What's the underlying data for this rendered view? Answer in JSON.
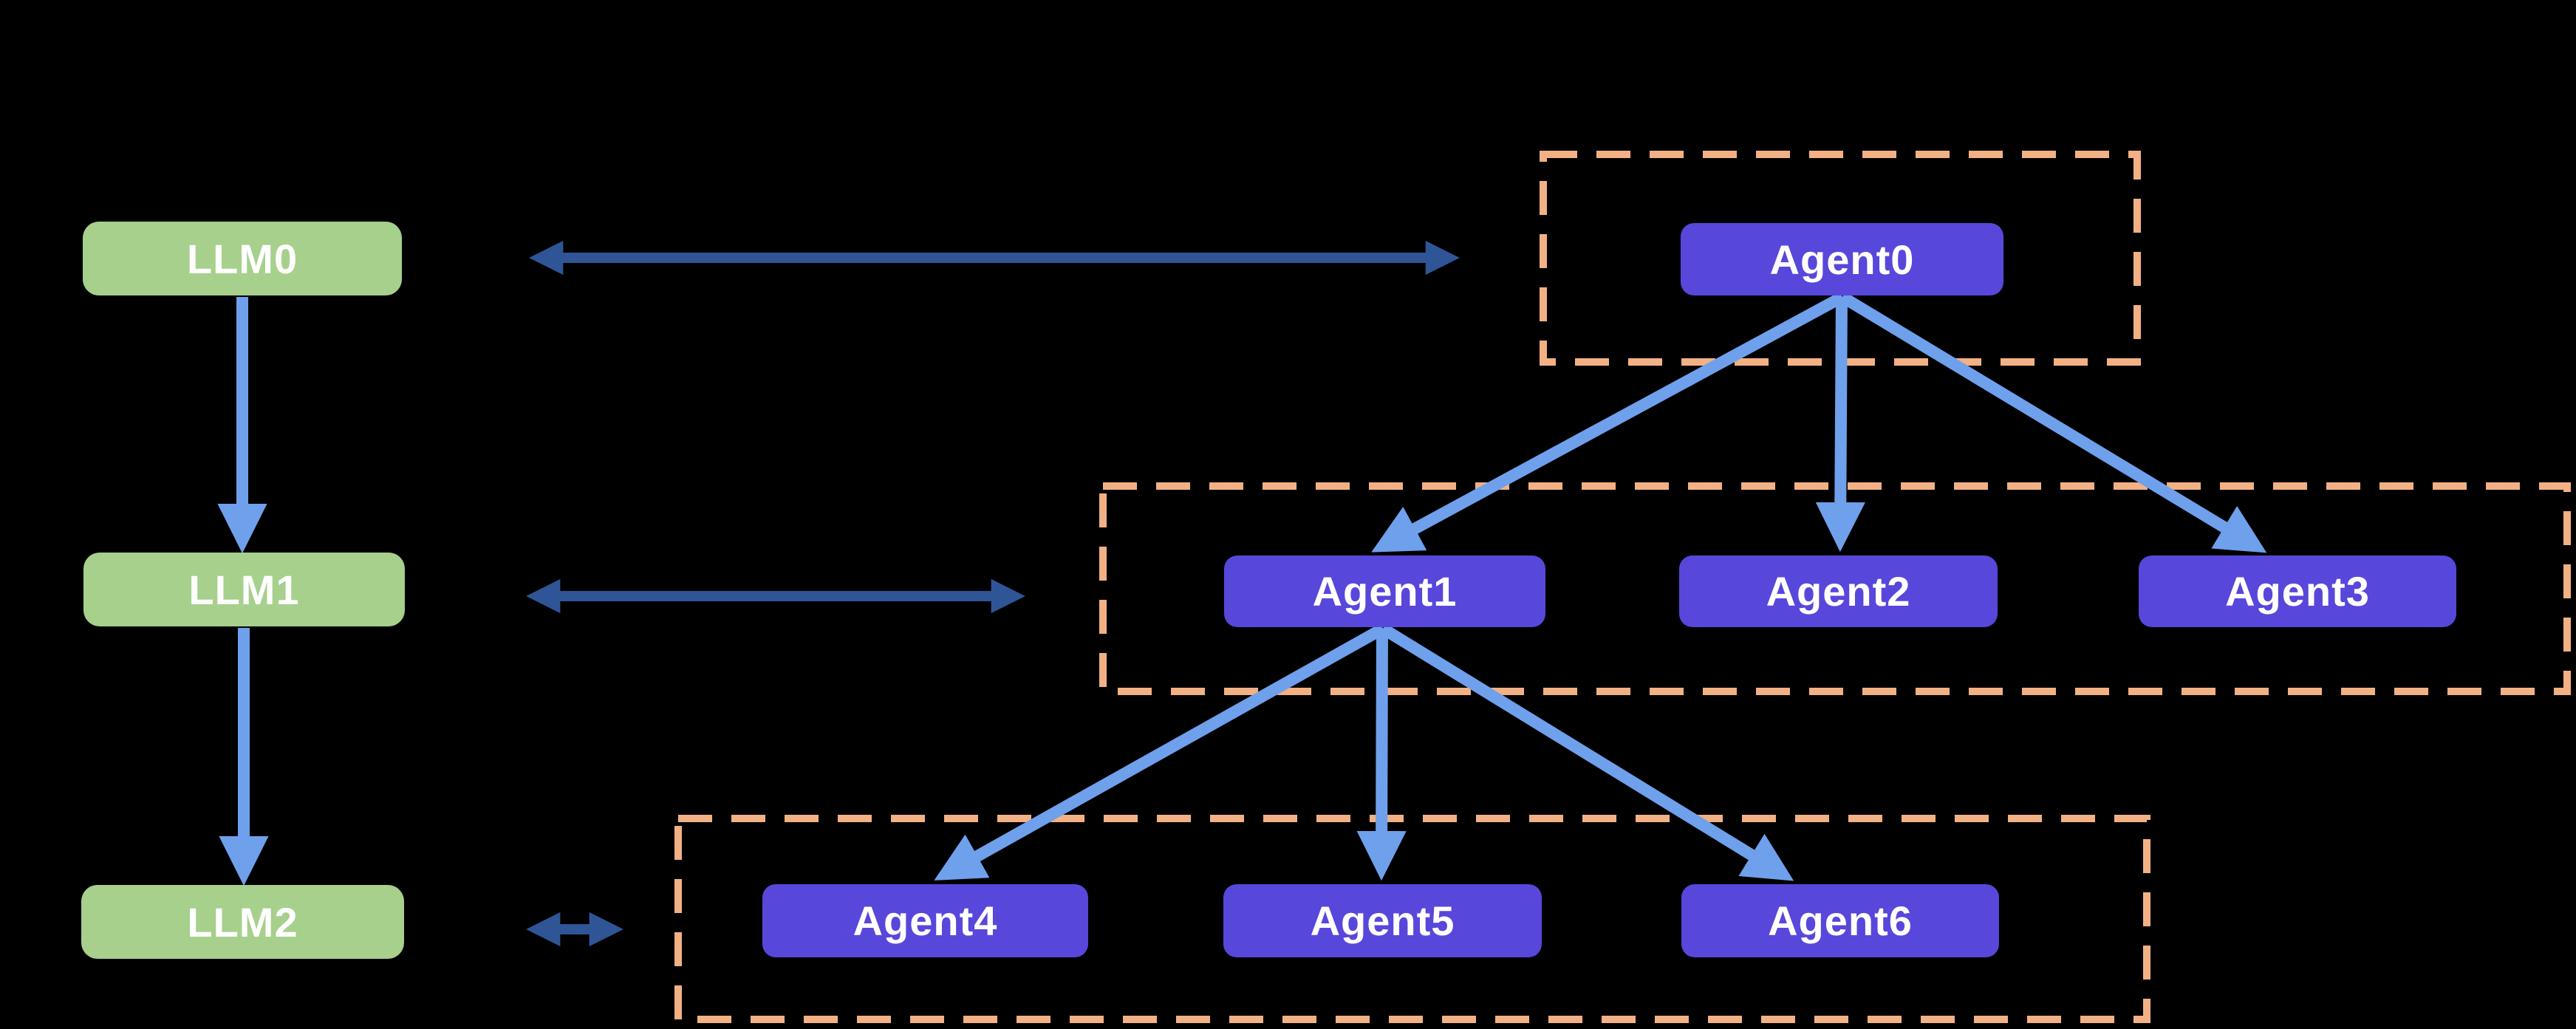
{
  "diagram": {
    "background": "#000000",
    "llm_nodes": [
      {
        "id": "llm0",
        "label": "LLM0"
      },
      {
        "id": "llm1",
        "label": "LLM1"
      },
      {
        "id": "llm2",
        "label": "LLM2"
      }
    ],
    "agent_groups": [
      {
        "id": "group-0",
        "level": 0,
        "agents": [
          {
            "id": "agent0",
            "label": "Agent0"
          }
        ]
      },
      {
        "id": "group-1",
        "level": 1,
        "agents": [
          {
            "id": "agent1",
            "label": "Agent1"
          },
          {
            "id": "agent2",
            "label": "Agent2"
          },
          {
            "id": "agent3",
            "label": "Agent3"
          }
        ]
      },
      {
        "id": "group-2",
        "level": 2,
        "agents": [
          {
            "id": "agent4",
            "label": "Agent4"
          },
          {
            "id": "agent5",
            "label": "Agent5"
          },
          {
            "id": "agent6",
            "label": "Agent6"
          }
        ]
      }
    ],
    "edges": {
      "llm_chain": [
        {
          "from": "llm0",
          "to": "llm1",
          "type": "arrow-down"
        },
        {
          "from": "llm1",
          "to": "llm2",
          "type": "arrow-down"
        }
      ],
      "agent_tree": [
        {
          "from": "agent0",
          "to": "agent1",
          "type": "arrow"
        },
        {
          "from": "agent0",
          "to": "agent2",
          "type": "arrow"
        },
        {
          "from": "agent0",
          "to": "agent3",
          "type": "arrow"
        },
        {
          "from": "agent1",
          "to": "agent4",
          "type": "arrow"
        },
        {
          "from": "agent1",
          "to": "agent5",
          "type": "arrow"
        },
        {
          "from": "agent1",
          "to": "agent6",
          "type": "arrow"
        }
      ],
      "llm_group_links": [
        {
          "from": "llm0",
          "to": "group-0",
          "type": "double-arrow"
        },
        {
          "from": "llm1",
          "to": "group-1",
          "type": "double-arrow"
        },
        {
          "from": "llm2",
          "to": "group-2",
          "type": "double-arrow"
        }
      ]
    },
    "colors": {
      "llm_fill": "#A6D08C",
      "agent_fill": "#5847DB",
      "node_text": "#FFFFFF",
      "tree_arrow": "#6FA0EC",
      "llm_agent_arrow": "#2F5597",
      "group_border": "#F2B184"
    }
  }
}
